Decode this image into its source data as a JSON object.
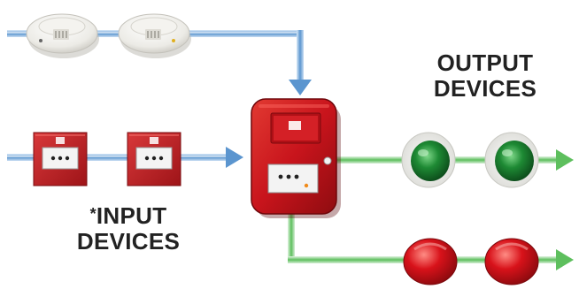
{
  "labels": {
    "output_line1": "OUTPUT",
    "output_line2": "DEVICES",
    "input_asterisk": "*",
    "input_line1": "INPUT",
    "input_line2": "DEVICES"
  },
  "colors": {
    "input_wire": "#5b95cf",
    "output_wire": "#5dbf5d",
    "panel_red": "#c8141c",
    "call_point_red": "#c41e24",
    "beacon_green": "#1e8a34",
    "sounder_red": "#d8121a",
    "label_text": "#222222"
  },
  "icons": {
    "smoke_detector": "smoke-detector-icon",
    "call_point": "manual-call-point-icon",
    "control_panel": "fire-alarm-panel-icon",
    "beacon": "green-beacon-icon",
    "sounder": "red-sounder-icon"
  }
}
